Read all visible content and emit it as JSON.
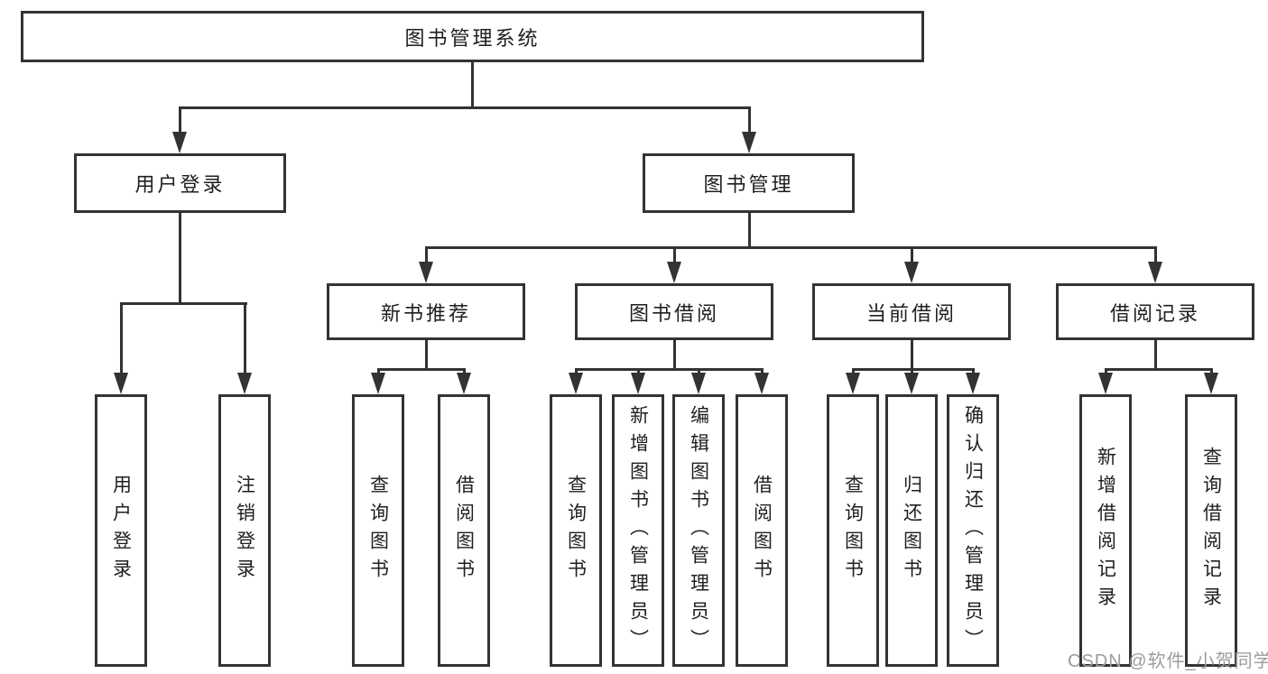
{
  "diagram": {
    "root": {
      "label": "图书管理系统"
    },
    "user_login": {
      "label": "用户登录"
    },
    "book_management": {
      "label": "图书管理"
    },
    "new_book_recommend": {
      "label": "新书推荐"
    },
    "book_borrow": {
      "label": "图书借阅"
    },
    "current_borrow": {
      "label": "当前借阅"
    },
    "borrow_records": {
      "label": "借阅记录"
    },
    "leaves": {
      "user_login": "用户登录",
      "logout": "注销登录",
      "nb_query_books": "查询图书",
      "nb_borrow_books": "借阅图书",
      "bb_query_books": "查询图书",
      "bb_add_books_admin": "新增图书（管理员）",
      "bb_edit_books_admin": "编辑图书（管理员）",
      "bb_borrow_books": "借阅图书",
      "cb_query_books": "查询图书",
      "cb_return_books": "归还图书",
      "cb_confirm_return_admin": "确认归还（管理员）",
      "br_add_record": "新增借阅记录",
      "br_query_record": "查询借阅记录"
    }
  },
  "watermark": {
    "text": "CSDN @软件_小贺同学",
    "color": "#9c9c9c"
  },
  "colors": {
    "line": "#333333",
    "box_border": "#333333",
    "box_background": "#ffffff",
    "text": "#1f1f1f",
    "page_background": "#ffffff"
  }
}
